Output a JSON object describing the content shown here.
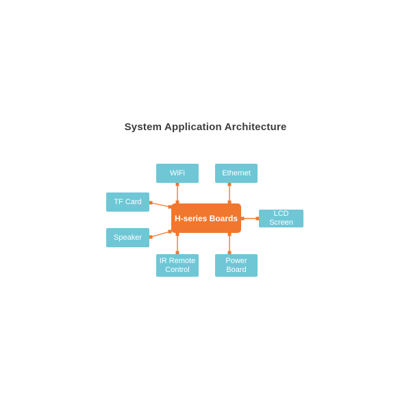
{
  "title": "System Application Architecture",
  "colors": {
    "node_fill": "#6fc7d6",
    "center_fill": "#f0772e",
    "connector": "#f0772e",
    "title_text": "#3c3c3c",
    "node_text": "#ffffff"
  },
  "diagram": {
    "center": {
      "label": "H-series Boards"
    },
    "nodes": [
      {
        "id": "wifi",
        "label": "WiFi"
      },
      {
        "id": "ethernet",
        "label": "Ethernet"
      },
      {
        "id": "tf-card",
        "label": "TF Card"
      },
      {
        "id": "speaker",
        "label": "Speaker"
      },
      {
        "id": "lcd-screen",
        "label": "LCD Screen"
      },
      {
        "id": "ir-remote",
        "label": "IR Remote Control"
      },
      {
        "id": "power-board",
        "label": "Power Board"
      }
    ]
  }
}
